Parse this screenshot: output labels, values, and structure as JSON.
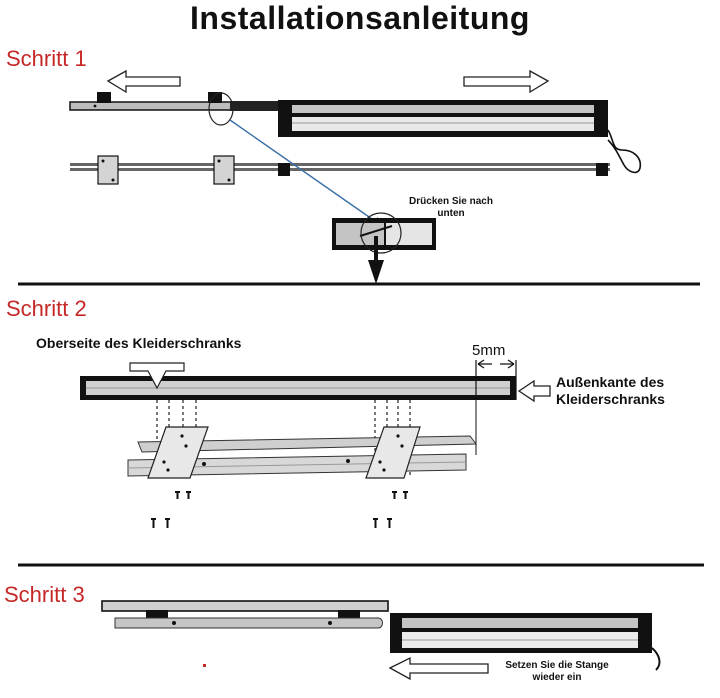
{
  "title": "Installationsanleitung",
  "steps": [
    {
      "label": "Schritt 1"
    },
    {
      "label": "Schritt 2"
    },
    {
      "label": "Schritt 3"
    }
  ],
  "step1": {
    "press_note_line1": "Drücken Sie nach",
    "press_note_line2": "unten"
  },
  "step2": {
    "top_label": "Oberseite des Kleiderschranks",
    "gap_label": "5mm",
    "edge_label_line1": "Außenkante des",
    "edge_label_line2": "Kleiderschranks"
  },
  "step3": {
    "insert_note_line1": "Setzen Sie die Stange",
    "insert_note_line2": "wieder ein"
  },
  "colors": {
    "step_label": "#c62828",
    "rail_fill": "#b8b8b8",
    "outline": "#111111",
    "pointer": "#3a6ea5"
  }
}
